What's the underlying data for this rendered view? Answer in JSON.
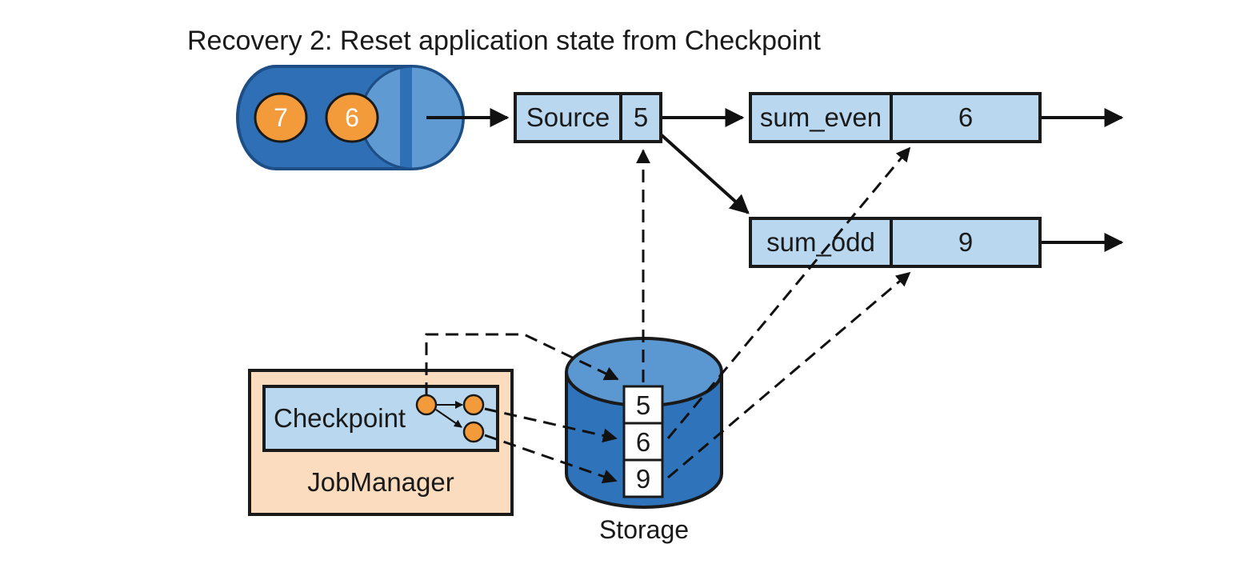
{
  "title": "Recovery 2: Reset application state from Checkpoint",
  "input_queue": {
    "records": [
      "7",
      "6"
    ],
    "colors": {
      "queue": "#2e6fb5",
      "queue_dark": "#1d4f86",
      "queue_cap": "#5f9ad3",
      "record": "#f39a3a"
    }
  },
  "operators": {
    "source": {
      "name": "Source",
      "value": "5"
    },
    "sum_even": {
      "name": "sum_even",
      "value": "6"
    },
    "sum_odd": {
      "name": "sum_odd",
      "value": "9"
    },
    "colors": {
      "fill": "#b9d8ef",
      "stroke": "#1a1a1a"
    }
  },
  "jobmanager": {
    "label": "JobManager",
    "checkpoint_label": "Checkpoint",
    "colors": {
      "outer": "#fbdcbf",
      "inner": "#b9d8ef",
      "node": "#f39a3a"
    }
  },
  "storage": {
    "label": "Storage",
    "slots": [
      "5",
      "6",
      "9"
    ],
    "colors": {
      "body": "#2f73bb",
      "top": "#5b98d2",
      "slot": "#ffffff"
    }
  }
}
